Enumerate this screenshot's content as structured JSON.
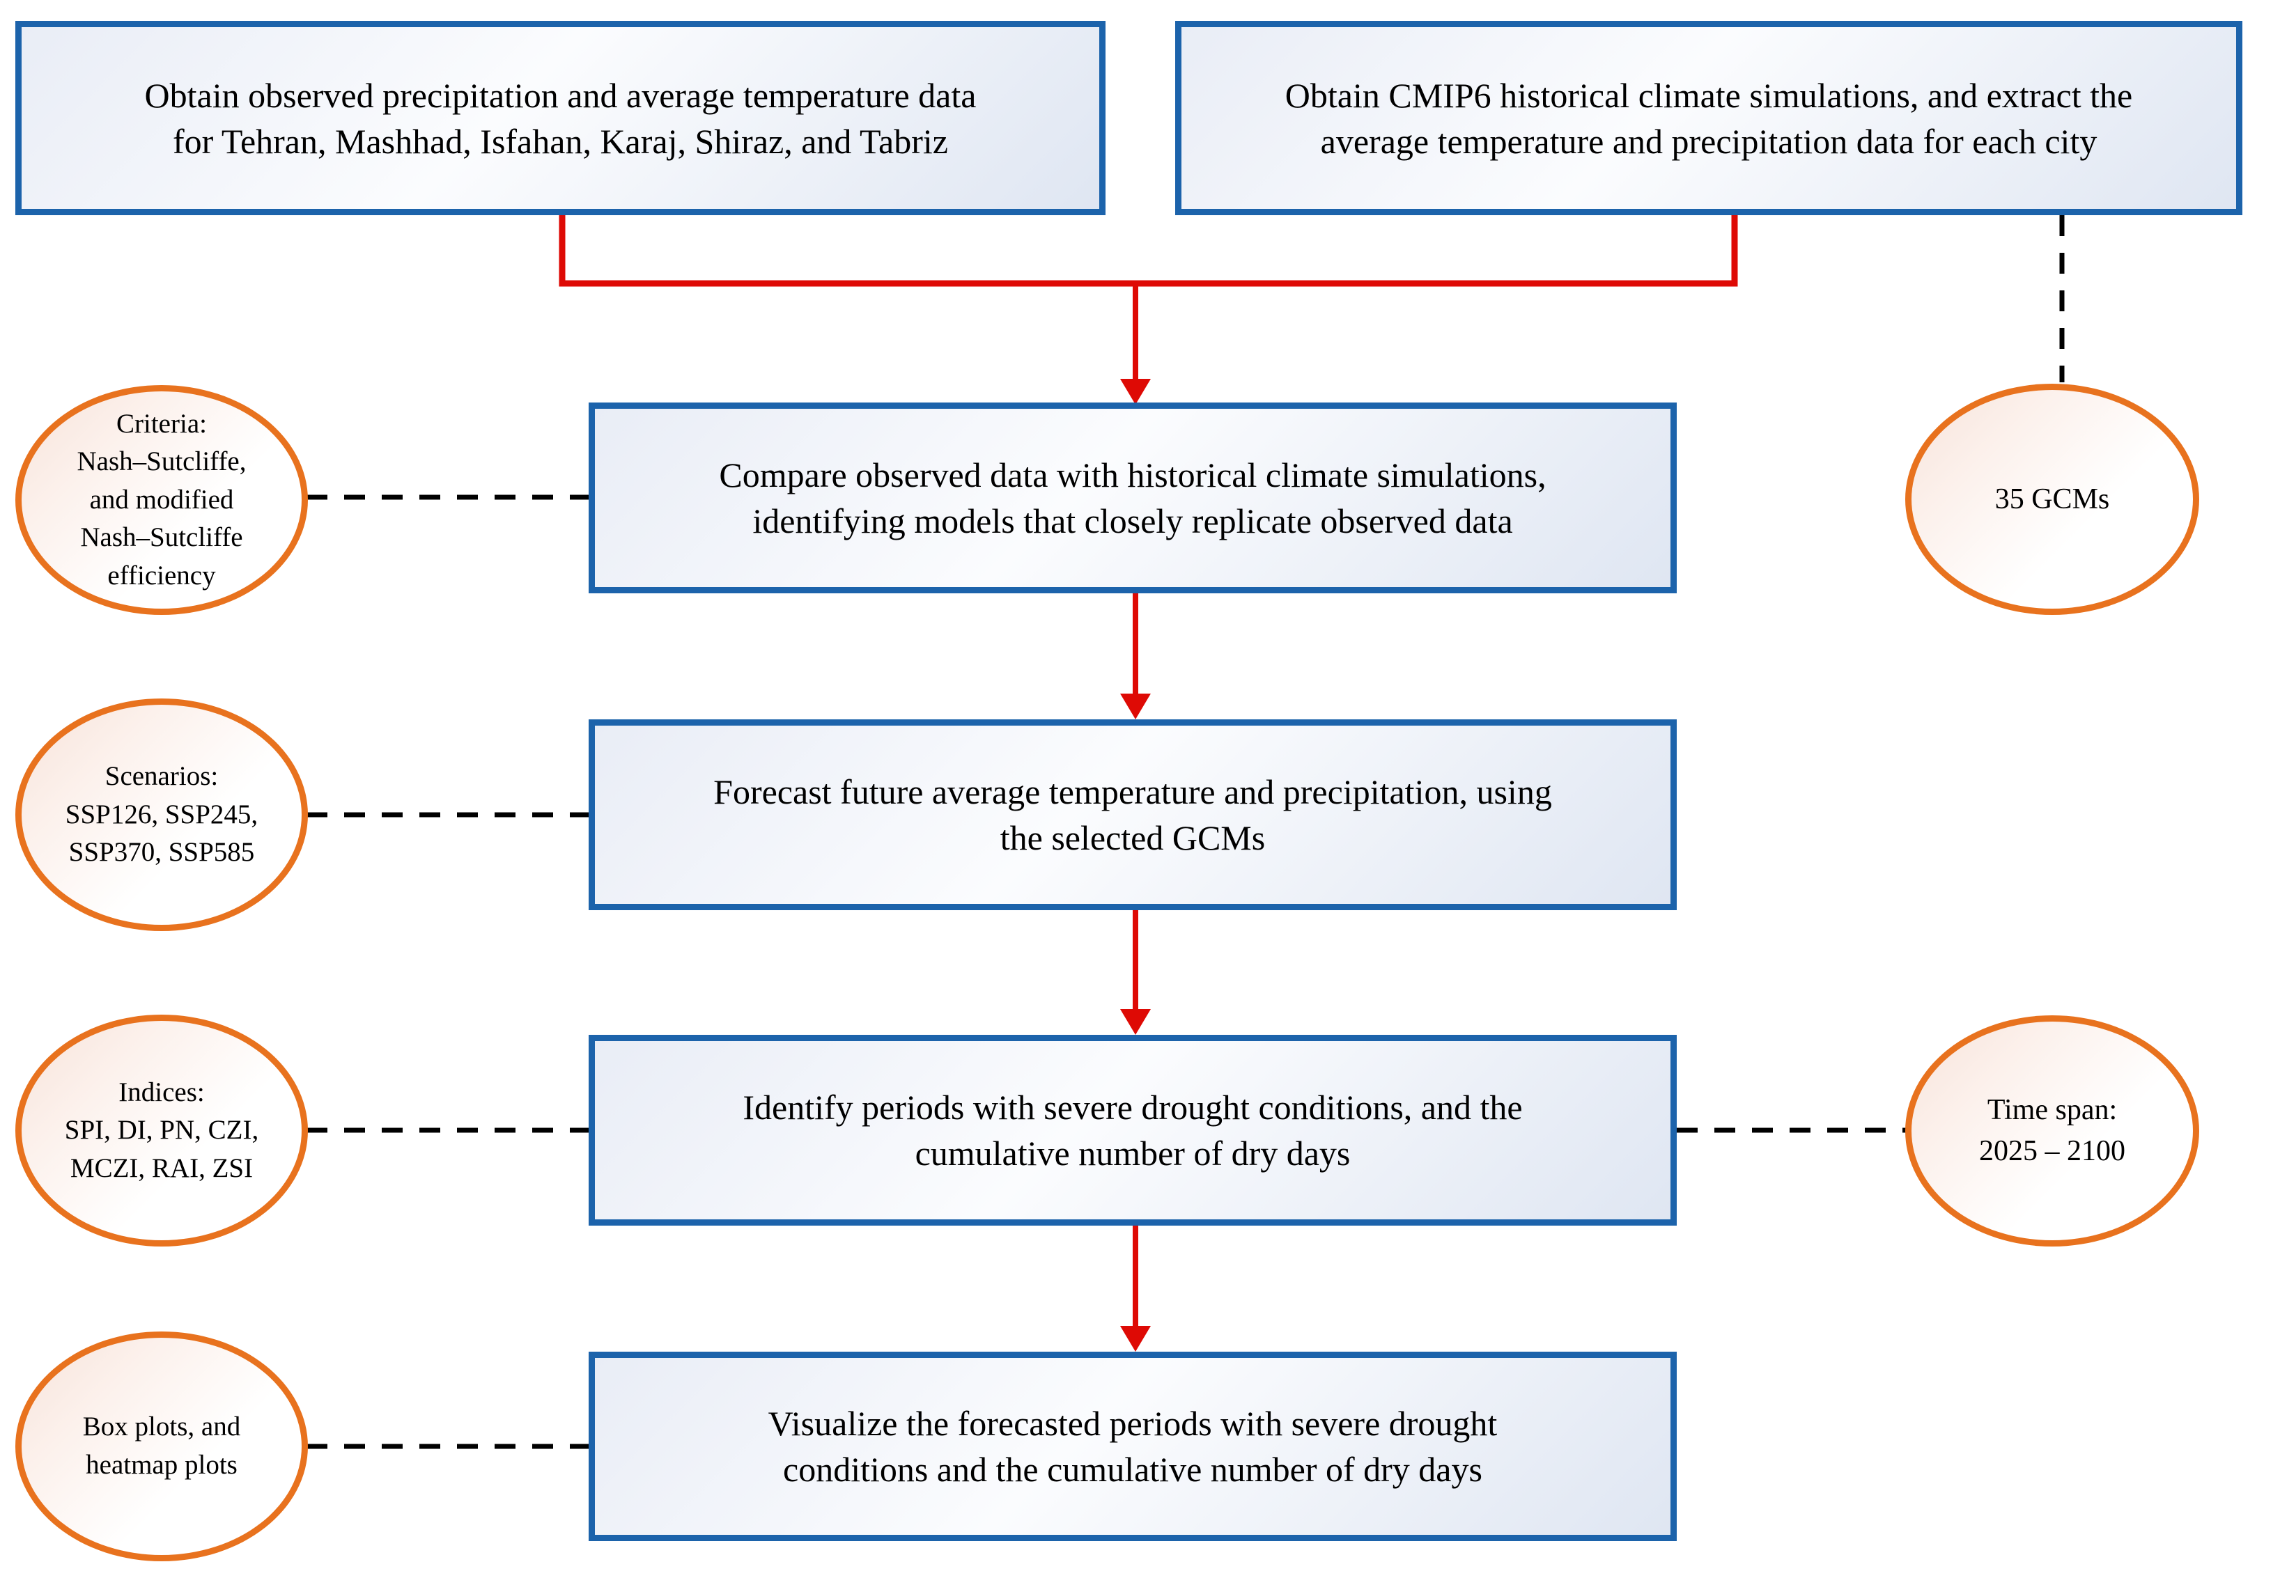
{
  "palette": {
    "box_border_blue": "#1C63AB",
    "ellipse_border_orange": "#E8721E",
    "arrow_red": "#DE0A05",
    "dashed_connector_black": "#000000"
  },
  "boxes": {
    "obtain_observed": {
      "text": "Obtain observed precipitation and average temperature data\nfor Tehran, Mashhad, Isfahan, Karaj, Shiraz, and Tabriz"
    },
    "obtain_cmip6": {
      "text": "Obtain CMIP6 historical climate simulations, and extract the\naverage temperature and precipitation data for each city"
    },
    "compare": {
      "text": "Compare observed data with historical climate simulations,\nidentifying models that closely replicate observed data"
    },
    "forecast": {
      "text": "Forecast future average temperature and precipitation, using\nthe selected GCMs"
    },
    "identify": {
      "text": "Identify periods with severe drought conditions, and the\ncumulative number of dry days"
    },
    "visualize": {
      "text": "Visualize the forecasted periods with severe drought\nconditions and the cumulative number of dry days"
    }
  },
  "ellipses": {
    "criteria": {
      "text": "Criteria:\nNash–Sutcliffe,\nand modified\nNash–Sutcliffe\nefficiency"
    },
    "scenarios": {
      "text": "Scenarios:\nSSP126, SSP245,\nSSP370, SSP585"
    },
    "indices": {
      "text": "Indices:\nSPI, DI, PN, CZI,\nMCZI, RAI,  ZSI"
    },
    "box_plots": {
      "text": "Box plots, and\nheatmap plots"
    },
    "gcms": {
      "text": "35 GCMs"
    },
    "time_span": {
      "text": "Time span:\n2025 – 2100"
    }
  }
}
